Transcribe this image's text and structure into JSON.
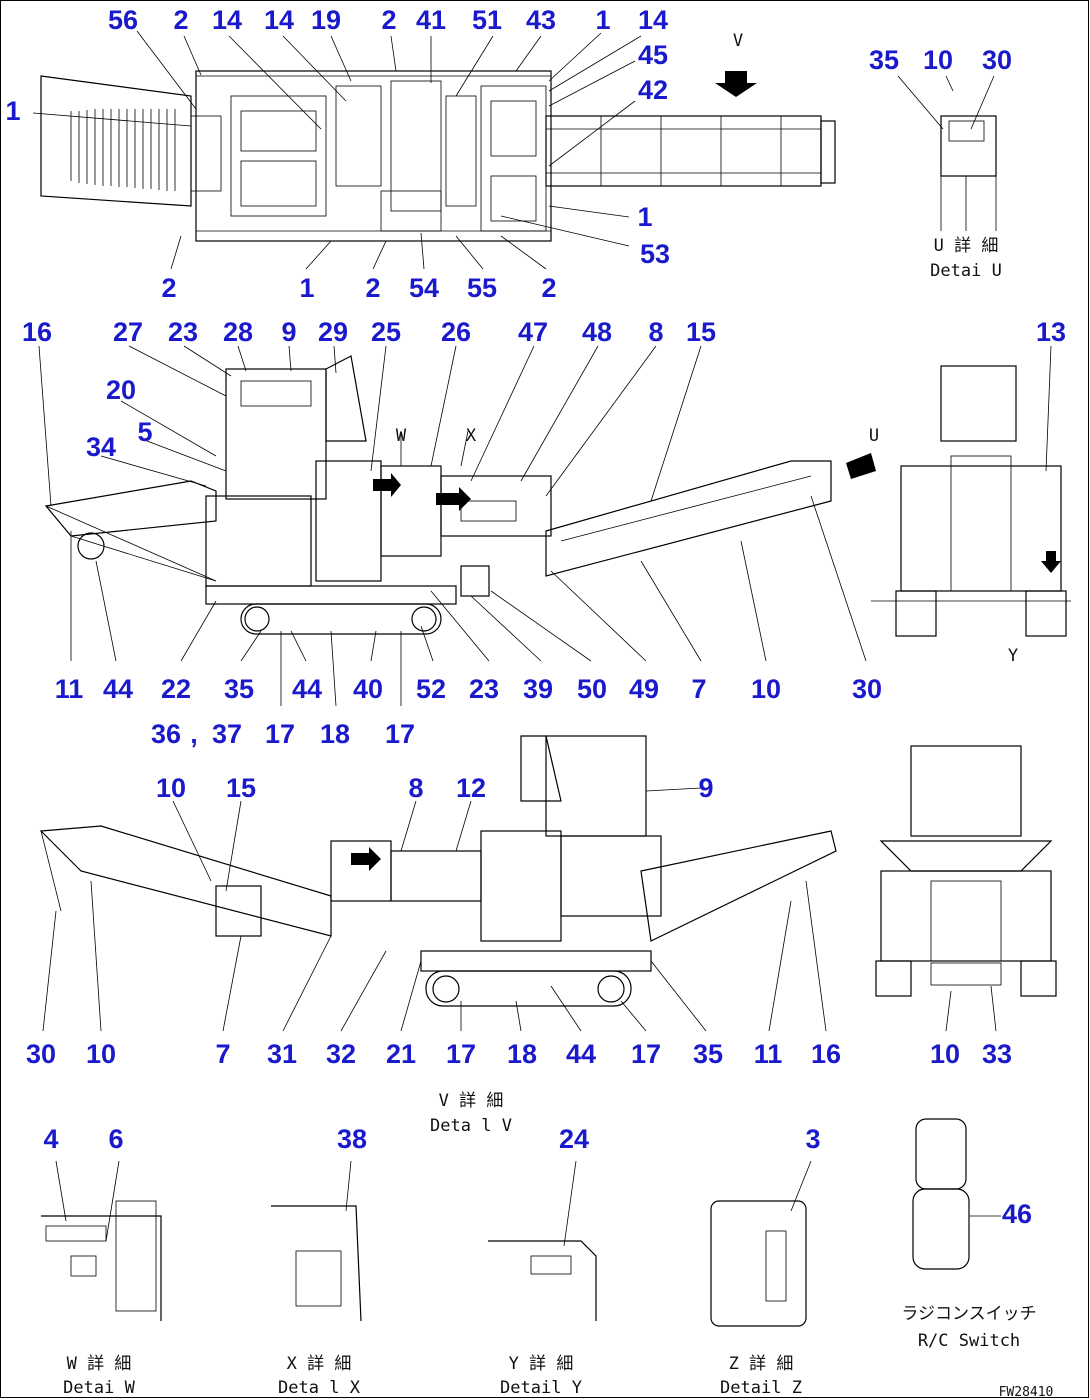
{
  "diagram": {
    "drawing_code": "FW28410",
    "callouts": {
      "top_view": [
        "56",
        "2",
        "14",
        "14",
        "19",
        "2",
        "41",
        "51",
        "43",
        "1",
        "14",
        "45",
        "42",
        "1",
        "1",
        "53",
        "2",
        "1",
        "2",
        "54",
        "55",
        "2"
      ],
      "left_side": [
        "16",
        "27",
        "23",
        "28",
        "9",
        "29",
        "25",
        "26",
        "47",
        "48",
        "8",
        "15",
        "20",
        "34",
        "5",
        "11",
        "44",
        "22",
        "35",
        "44",
        "40",
        "52",
        "23",
        "39",
        "50",
        "49",
        "7",
        "10",
        "30",
        "36",
        ",",
        "37",
        "17",
        "18",
        "17"
      ],
      "right_side": [
        "10",
        "15",
        "8",
        "12",
        "9",
        "30",
        "10",
        "7",
        "31",
        "32",
        "21",
        "17",
        "18",
        "44",
        "17",
        "35",
        "11",
        "16"
      ],
      "rear_view": [
        "13"
      ],
      "front_view": [
        "10",
        "33"
      ],
      "detail_u": [
        "35",
        "10",
        "30"
      ],
      "detail_w": [
        "4",
        "6"
      ],
      "detail_x": [
        "38"
      ],
      "detail_y": [
        "24"
      ],
      "detail_z": [
        "3"
      ],
      "rc_switch": [
        "46"
      ]
    },
    "view_labels": {
      "view_v_arrow": "V",
      "arrow_w": "W",
      "arrow_x": "X",
      "arrow_y": "Y",
      "arrow_u": "U"
    },
    "captions": {
      "detail_u_jp": "U 詳 細",
      "detail_u_en": "Detai U",
      "detail_v_jp": "V 詳 細",
      "detail_v_en": "Deta l V",
      "detail_w_jp": "W 詳 細",
      "detail_w_en": "Detai W",
      "detail_x_jp": "X 詳 細",
      "detail_x_en": "Deta l X",
      "detail_y_jp": "Y 詳 細",
      "detail_y_en": "Detail Y",
      "detail_z_jp": "Z 詳 細",
      "detail_z_en": "Detail Z",
      "rc_jp": "ラジコンスイッチ",
      "rc_en": "R/C Switch"
    },
    "colors": {
      "callout": "#1a1acc",
      "line": "#000000"
    }
  }
}
